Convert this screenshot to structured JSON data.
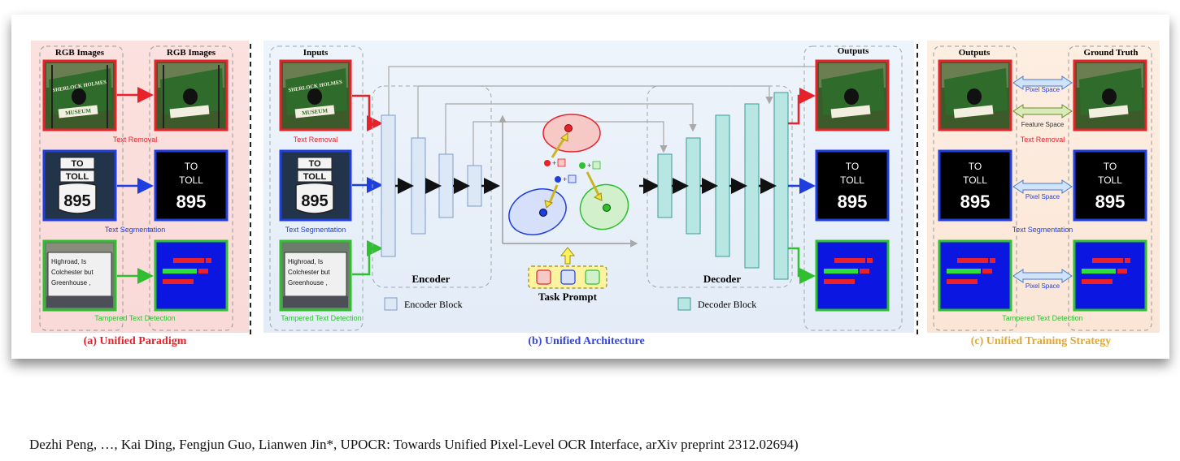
{
  "panel_a": {
    "col_left": "RGB Images",
    "col_right": "RGB Images",
    "tasks": [
      "Text Removal",
      "Text Segmentation",
      "Tampered Text Detection"
    ],
    "caption": "(a) Unified Paradigm"
  },
  "panel_b": {
    "inputs": "Inputs",
    "outputs": "Outputs",
    "tasks": [
      "Text Removal",
      "Text Segmentation",
      "Tampered Text Detection"
    ],
    "encoder": "Encoder",
    "decoder": "Decoder",
    "encoder_block": "Encoder Block",
    "decoder_block": "Decoder Block",
    "task_prompt": "Task Prompt",
    "caption": "(b) Unified Architecture"
  },
  "panel_c": {
    "col_left": "Outputs",
    "col_right": "Ground Truth",
    "pixel_space": "Pixel Space",
    "feature_space": "Feature Space",
    "tasks": [
      "Text Removal",
      "Text Segmentation",
      "Tampered Text Detection"
    ],
    "caption": "(c) Unified Training Strategy"
  },
  "image_text": {
    "sign_to": "TO",
    "sign_toll": "TOLL",
    "sign_num": "895",
    "board_line1": "Highroad, Is",
    "board_line2": "Colchester but",
    "board_line3": "Greenhouse ,",
    "museum_top": "SHERLOCK HOLMES",
    "museum_bottom": "MUSEUM"
  },
  "citation": "Dezhi Peng, …, Kai Ding, Fengjun Guo, Lianwen Jin*, UPOCR: Towards Unified Pixel-Level OCR Interface,  arXiv preprint  2312.02694)",
  "colors": {
    "red": "#e8222a",
    "blue": "#1f3ee0",
    "green": "#2fbf2f",
    "caption_c": "#e0a830"
  }
}
